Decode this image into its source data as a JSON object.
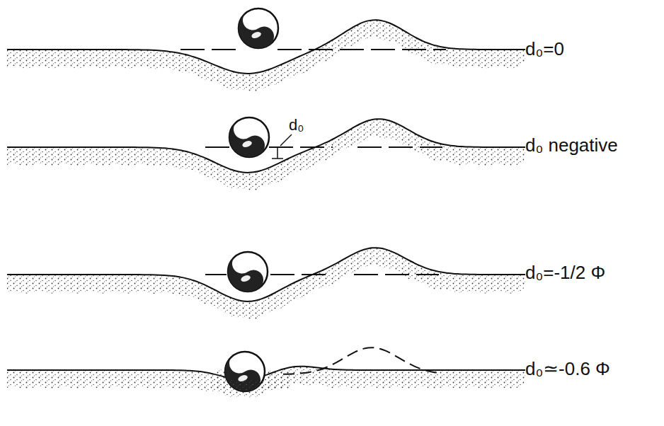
{
  "diagram": {
    "labels": [
      "d₀=0",
      "d₀ negative",
      "d₀",
      "d₀=-1/2 Φ",
      "d₀≃-0.6 Φ"
    ]
  }
}
